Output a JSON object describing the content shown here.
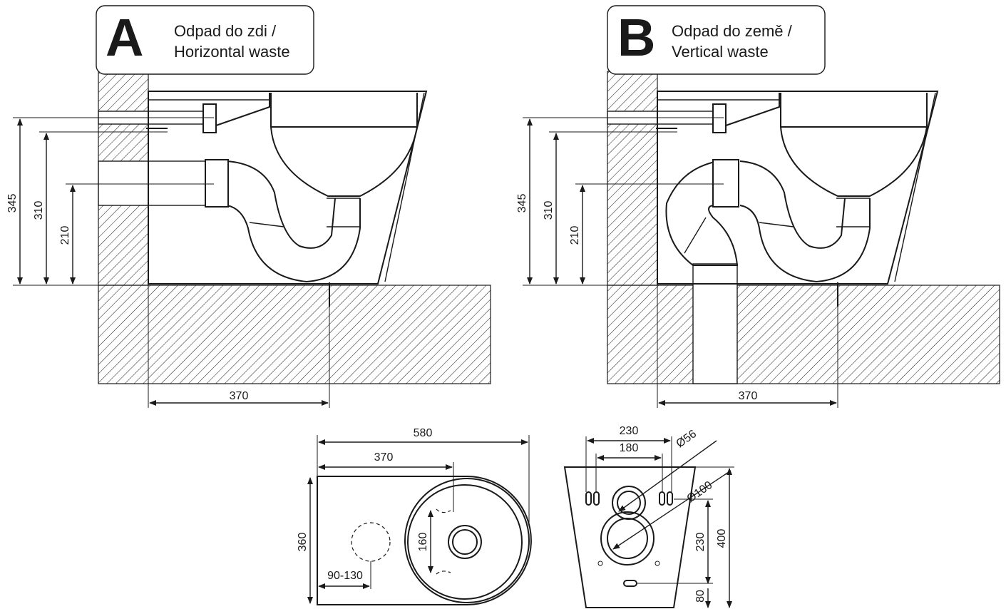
{
  "panel_a": {
    "letter": "A",
    "title_line1": "Odpad do zdi /",
    "title_line2": "Horizontal waste",
    "dims": {
      "h1": "345",
      "h2": "310",
      "h3": "210",
      "w": "370"
    }
  },
  "panel_b": {
    "letter": "B",
    "title_line1": "Odpad do země /",
    "title_line2": "Vertical waste",
    "dims": {
      "h1": "345",
      "h2": "310",
      "h3": "210",
      "w": "370"
    }
  },
  "top_view": {
    "dims": {
      "length": "580",
      "mount": "370",
      "width": "360",
      "fix": "160",
      "waste": "90-130"
    }
  },
  "rear_view": {
    "dims": {
      "outer": "230",
      "inner": "180",
      "inlet": "Ø56",
      "outlet": "Ø100",
      "h_outlet": "230",
      "h_total": "400",
      "h_low": "80"
    }
  },
  "colors": {
    "ink": "#1a1a1a",
    "paper": "#ffffff"
  }
}
